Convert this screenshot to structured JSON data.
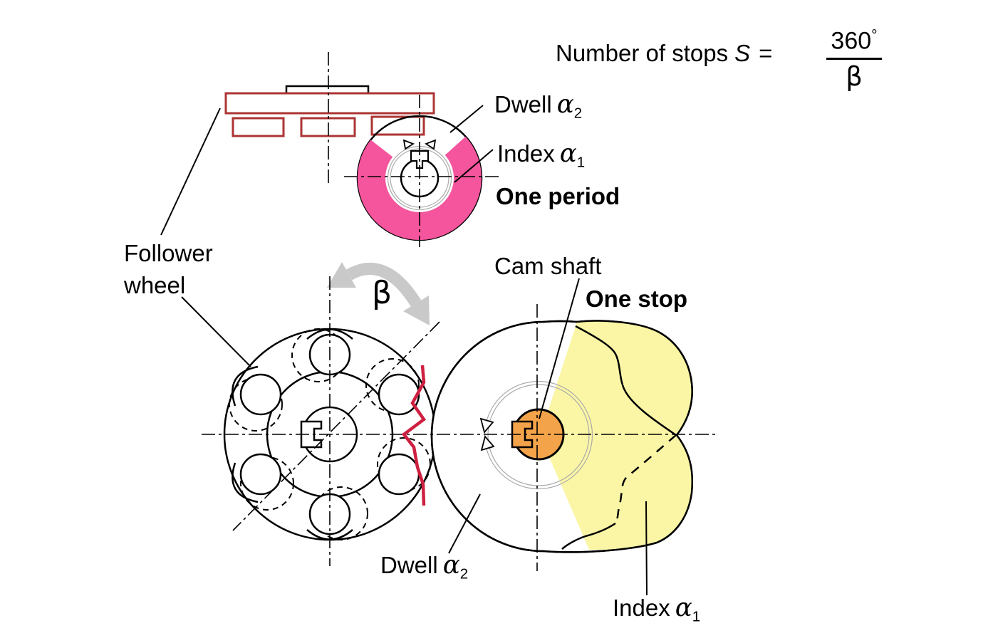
{
  "title": "Cam indexing mechanism diagram",
  "colors": {
    "pink": "#F4559D",
    "yellow": "#FAF6A6",
    "orange": "#F3A44A",
    "brick": "#AD3434",
    "red": "#CE2040",
    "gray": "#C9C9C9",
    "thin": "#AAAAAA"
  },
  "formula": {
    "prefix": "Number of stops",
    "variable": "S",
    "equals": "=",
    "numerator": "360",
    "degree": "°",
    "denominator": "β"
  },
  "labels": {
    "dwell_top": {
      "text": "Dwell",
      "sym": "α",
      "sub": "2"
    },
    "index_top": {
      "text": "Index",
      "sym": "α",
      "sub": "1"
    },
    "one_period": "One period",
    "follower_wheel_line1": "Follower",
    "follower_wheel_line2": "wheel",
    "beta": "β",
    "cam_shaft": "Cam shaft",
    "one_stop": "One stop",
    "dwell_bottom": {
      "text": "Dwell",
      "sym": "α",
      "sub": "2"
    },
    "index_bottom": {
      "text": "Index",
      "sym": "α",
      "sub": "1"
    }
  }
}
